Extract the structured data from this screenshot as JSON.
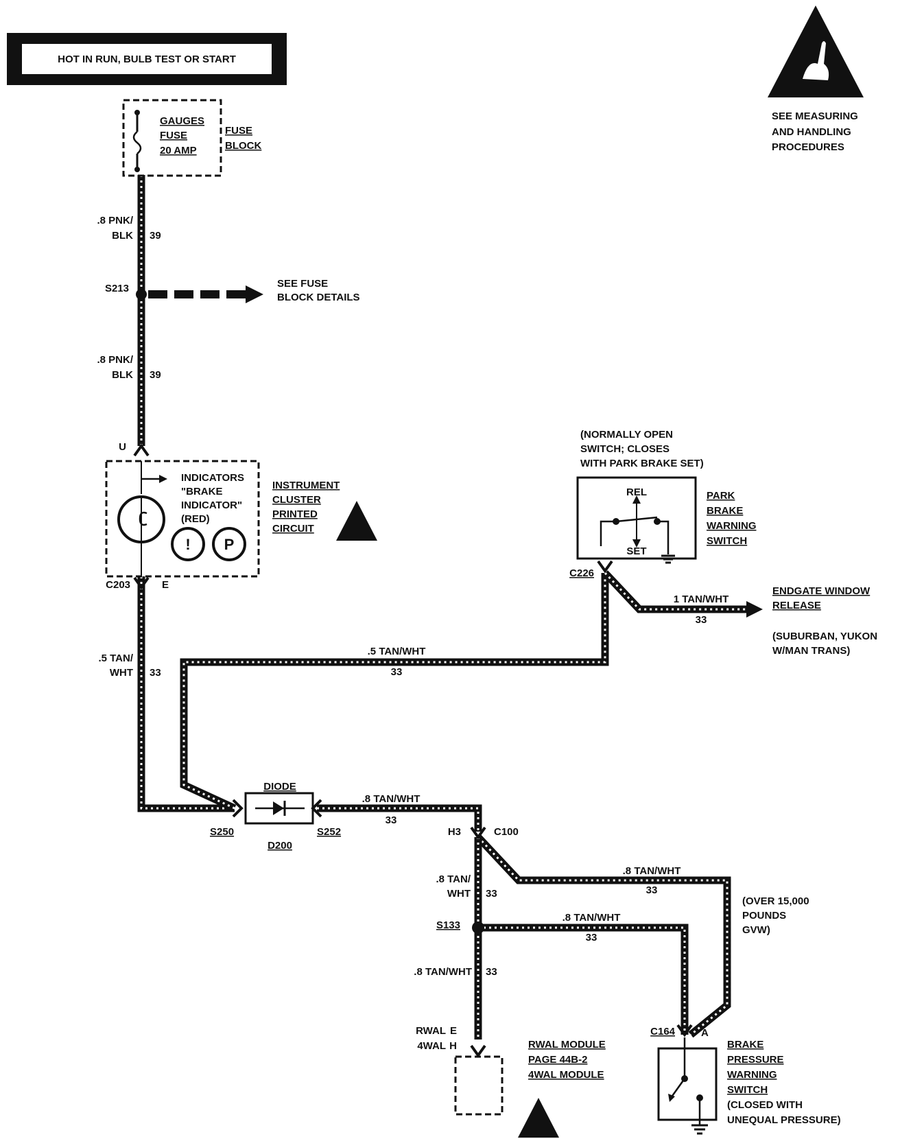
{
  "banner": {
    "text": "HOT IN RUN, BULB TEST OR START"
  },
  "esd_note": {
    "line1": "SEE MEASURING",
    "line2": "AND HANDLING",
    "line3": "PROCEDURES"
  },
  "fuse": {
    "line1": "GAUGES",
    "line2": "FUSE",
    "line3": "20 AMP",
    "block_line1": "FUSE",
    "block_line2": "BLOCK"
  },
  "wires": {
    "w1": {
      "line1": ".8 PNK/",
      "line2": "BLK",
      "circuit": "39"
    },
    "w2": {
      "line1": ".8 PNK/",
      "line2": "BLK",
      "circuit": "39"
    },
    "w3": {
      "line1": ".5 TAN/",
      "line2": "WHT",
      "circuit": "33"
    },
    "w_top": {
      "label": ".5 TAN/WHT",
      "circuit": "33"
    },
    "w_endgate": {
      "label": "1 TAN/WHT",
      "circuit": "33"
    },
    "w_diode": {
      "label": ".8 TAN/WHT",
      "circuit": "33"
    },
    "w_upper": {
      "label": ".8 TAN/WHT",
      "circuit": "33"
    },
    "w_c100": {
      "line1": ".8 TAN/",
      "line2": "WHT",
      "circuit": "33"
    },
    "w_s133": {
      "label": ".8 TAN/WHT",
      "circuit": "33"
    },
    "w_down": {
      "label": ".8 TAN/WHT",
      "circuit": "33"
    }
  },
  "splices": {
    "s213": "S213",
    "s250": "S250",
    "s252": "S252",
    "s133": "S133"
  },
  "fuse_details": {
    "line1": "SEE FUSE",
    "line2": "BLOCK DETAILS"
  },
  "cluster": {
    "pin_u": "U",
    "indicators_line1": "INDICATORS",
    "indicators_line2": "\"BRAKE",
    "indicators_line3": "INDICATOR\"",
    "indicators_line4": "(RED)",
    "label_line1": "INSTRUMENT",
    "label_line2": "CLUSTER",
    "label_line3": "PRINTED",
    "label_line4": "CIRCUIT",
    "icon_warning": "!",
    "icon_park": "P"
  },
  "connectors": {
    "c203": "C203",
    "c203_pin": "E",
    "c226": "C226",
    "c100": "C100",
    "c100_pin": "H3",
    "c164": "C164",
    "c164_pin": "A"
  },
  "park_switch": {
    "note_line1": "(NORMALLY OPEN",
    "note_line2": "SWITCH; CLOSES",
    "note_line3": "WITH  PARK BRAKE SET)",
    "rel": "REL",
    "set": "SET",
    "label_line1": "PARK",
    "label_line2": "BRAKE",
    "label_line3": "WARNING",
    "label_line4": "SWITCH"
  },
  "endgate": {
    "line1": "ENDGATE WINDOW",
    "line2": "RELEASE",
    "line3": "(SUBURBAN, YUKON",
    "line4": "W/MAN TRANS)"
  },
  "diode": {
    "title": "DIODE",
    "ref": "D200"
  },
  "gvw_note": {
    "line1": "(OVER 15,000",
    "line2": "POUNDS",
    "line3": "GVW)"
  },
  "rwal": {
    "pin_rwal_name": "RWAL",
    "pin_rwal": "E",
    "pin_4wal_name": "4WAL",
    "pin_4wal": "H",
    "label_line1": "RWAL MODULE",
    "label_line2": "PAGE 44B-2",
    "label_line3": "4WAL MODULE"
  },
  "pressure_switch": {
    "line1": "BRAKE",
    "line2": "PRESSURE",
    "line3": "WARNING",
    "line4": "SWITCH",
    "line5": "(CLOSED WITH",
    "line6": "UNEQUAL PRESSURE)"
  }
}
